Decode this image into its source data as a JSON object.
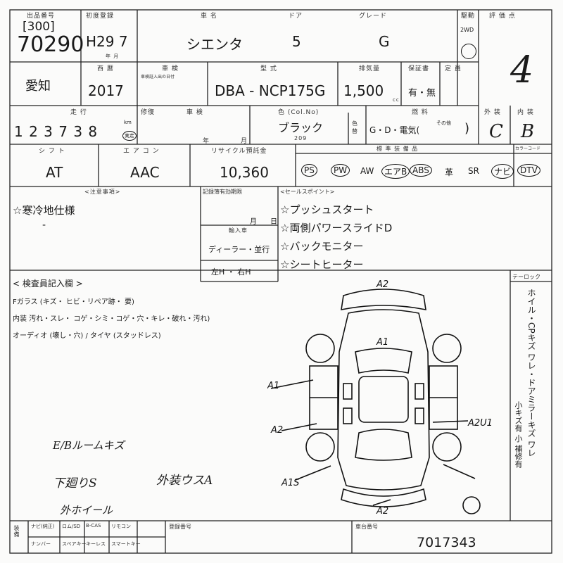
{
  "header": {
    "lot_label": "出品番号",
    "lot_code": "[300]",
    "lot_number": "70290",
    "reg_label": "初度登録",
    "reg_value": "H29 7",
    "reg_sub": "年 月",
    "name_label": "車 名",
    "name_value": "シエンタ",
    "door_label": "ドア",
    "door_value": "5",
    "grade_label": "グレード",
    "grade_value": "G",
    "drive_label": "駆動",
    "drive_value": "2WD",
    "score_label": "評 価 点",
    "score_value": "4"
  },
  "row2": {
    "area": "愛知",
    "year_label": "西 暦",
    "year_value": "2017",
    "shaken_label": "車 検",
    "shaken_sub": "車検証入出の日付",
    "model_label": "型 式",
    "model_value": "DBA - NCP175G",
    "cc_label": "排気量",
    "cc_value": "1,500",
    "cc_unit": "cc",
    "warranty_label": "保証書",
    "warranty_value": "有・無",
    "capacity_label": "定 員"
  },
  "row3": {
    "mileage_label": "走 行",
    "mileage_value": "1 2 3 7 3 8",
    "mileage_unit": "km",
    "mileage_tag": "走行",
    "mileage_tag2": "実走",
    "repair_label": "修復",
    "shaken_label": "車 検",
    "year_unit": "年",
    "month_unit": "月",
    "color_label": "色 (Col.No)",
    "color_value": "ブラック",
    "color_no": "209",
    "paint_label": "色替",
    "fuel_label": "燃 料",
    "fuel_value": "G・D・電気(",
    "fuel_other": "その他",
    "fuel_close": ")",
    "ext_label": "外 装",
    "ext_value": "C",
    "int_label": "内 装",
    "int_value": "B"
  },
  "row4": {
    "shift_label": "シ フ ト",
    "shift_value": "AT",
    "ac_label": "エ ア コ ン",
    "ac_value": "AAC",
    "recycle_label": "リサイクル預託金",
    "recycle_value": "10,360",
    "equip_label": "標 準 装 備 品",
    "equip": [
      "PS",
      "PW",
      "AW",
      "エアB",
      "ABS",
      "革",
      "SR",
      "ナビ",
      "DTV"
    ],
    "option_label": "カラーコード"
  },
  "notes": {
    "caution_label": "<注意事項>",
    "caution_line1": "☆寒冷地仕様",
    "caution_line2": "-",
    "inspect_label": "記録簿有効期限",
    "month_label": "月",
    "day_label": "日",
    "import_label": "輸入車",
    "dealer": "ディーラー・並行",
    "hand_label": "左H ・ 右H",
    "sales_label": "<セールスポイント>",
    "sales": [
      "☆プッシュスタート",
      "☆両側パワースライドD",
      "☆バックモニター",
      "☆シートヒーター"
    ]
  },
  "inspection": {
    "title": "< 検査員記入欄 >",
    "glass_line": "Fガラス (キズ・ ヒビ・リペア跡・ 要)",
    "interior_line": "内装 汚れ・スレ・ コゲ・シミ・コゲ・穴・キレ・破れ・汚れ)",
    "audio_line": "オーディオ (壊し・穴) / タイヤ (スタッドレス)",
    "hand_notes": [
      "E/Bルームキズ",
      "下廻りS",
      "外装ウスA",
      "外ホイール"
    ],
    "side_label": "テーロック",
    "side_text": "ホイル・CPキズ ワレ・ドアミラーキズ ワレ",
    "side_text2": "小キズ有 小 補修有",
    "marks": [
      "A2",
      "A1",
      "A1",
      "A2",
      "A2U1",
      "A1S",
      "A2"
    ]
  },
  "footer": {
    "h1": "装備",
    "h2": "ナビ(純正)",
    "h3": "ロム/SD",
    "h4": "B-CAS",
    "h5": "リモコン",
    "h6": "ナンバー",
    "h7": "スペアキー",
    "h8": "キーレス",
    "h9": "スマートキー",
    "vin_label": "車台番号",
    "vin_value": "7017343",
    "reg_label": "登録番号"
  }
}
